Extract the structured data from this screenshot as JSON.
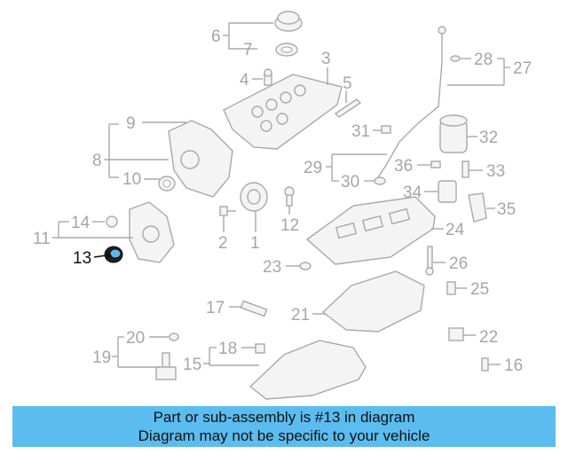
{
  "callouts": {
    "c1": "1",
    "c2": "2",
    "c3": "3",
    "c5": "5",
    "c6": "6",
    "c7": "7",
    "c8": "8",
    "c9": "9",
    "c10": "10",
    "c11": "11",
    "c12": "12",
    "c13": "13",
    "c14": "14",
    "c15": "15",
    "c16": "16",
    "c17": "17",
    "c18": "18",
    "c19": "19",
    "c20": "20",
    "c21": "21",
    "c22": "22",
    "c23": "23",
    "c24": "24",
    "c25": "25",
    "c26": "26",
    "c27": "27",
    "c28": "28",
    "c29": "29",
    "c30": "30",
    "c31": "31",
    "c32": "32",
    "c33": "33",
    "c34": "34",
    "c35": "35",
    "c36": "36",
    "c4": "4"
  },
  "highlight": {
    "part": "13",
    "color": "#111111"
  },
  "banner": {
    "line1": "Part or sub-assembly is #13 in diagram",
    "line2": "Diagram may not be specific to your vehicle",
    "bg_color": "#5bbcf0"
  }
}
